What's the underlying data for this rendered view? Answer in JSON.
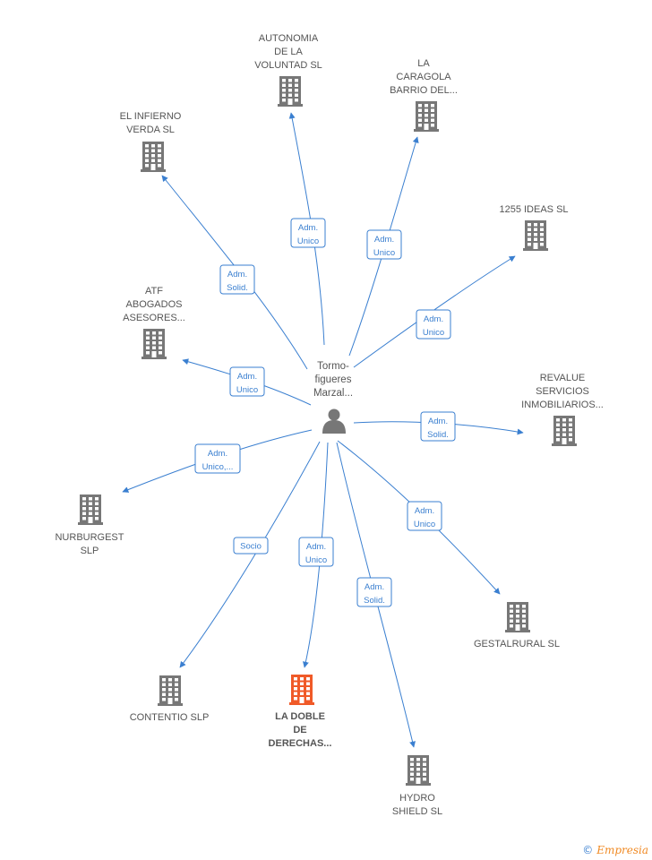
{
  "center": {
    "name_lines": [
      "Tormo-",
      "figueres",
      "Marzal..."
    ],
    "icon": "person-icon"
  },
  "colors": {
    "edge": "#3a7fd0",
    "company": "#777777",
    "highlight": "#f05a28",
    "person": "#777777"
  },
  "companies": [
    {
      "id": "autonomia",
      "lines": [
        "AUTONOMIA",
        "DE LA",
        "VOLUNTAD  SL"
      ],
      "relation": [
        "Adm.",
        "Unico"
      ],
      "highlight": false
    },
    {
      "id": "la-caragola",
      "lines": [
        "LA",
        "CARAGOLA",
        "BARRIO DEL..."
      ],
      "relation": [
        "Adm.",
        "Unico"
      ],
      "highlight": false
    },
    {
      "id": "el-infierno",
      "lines": [
        "EL INFIERNO",
        "VERDA  SL"
      ],
      "relation": [
        "Adm.",
        "Solid."
      ],
      "highlight": false
    },
    {
      "id": "1255-ideas",
      "lines": [
        "1255 IDEAS  SL"
      ],
      "relation": [
        "Adm.",
        "Unico"
      ],
      "highlight": false
    },
    {
      "id": "atf-abogados",
      "lines": [
        "ATF",
        "ABOGADOS",
        "ASESORES..."
      ],
      "relation": [
        "Adm.",
        "Unico"
      ],
      "highlight": false
    },
    {
      "id": "revalue",
      "lines": [
        "REVALUE",
        "SERVICIOS",
        "INMOBILIARIOS..."
      ],
      "relation": [
        "Adm.",
        "Solid."
      ],
      "highlight": false
    },
    {
      "id": "nurburgest",
      "lines": [
        "NURBURGEST",
        "SLP"
      ],
      "relation": [
        "Adm.",
        "Unico,..."
      ],
      "highlight": false
    },
    {
      "id": "gestalrural",
      "lines": [
        "GESTALRURAL SL"
      ],
      "relation": [
        "Adm.",
        "Unico"
      ],
      "highlight": false
    },
    {
      "id": "contentio",
      "lines": [
        "CONTENTIO  SLP"
      ],
      "relation": [
        "Socio"
      ],
      "highlight": false
    },
    {
      "id": "la-doble",
      "lines": [
        "LA DOBLE",
        "DE",
        "DERECHAS..."
      ],
      "relation": [
        "Adm.",
        "Unico"
      ],
      "highlight": true
    },
    {
      "id": "hydro-shield",
      "lines": [
        "HYDRO",
        "SHIELD  SL"
      ],
      "relation": [
        "Adm.",
        "Solid."
      ],
      "highlight": false
    }
  ],
  "watermark": {
    "symbol": "©",
    "brand": "Empresia"
  }
}
